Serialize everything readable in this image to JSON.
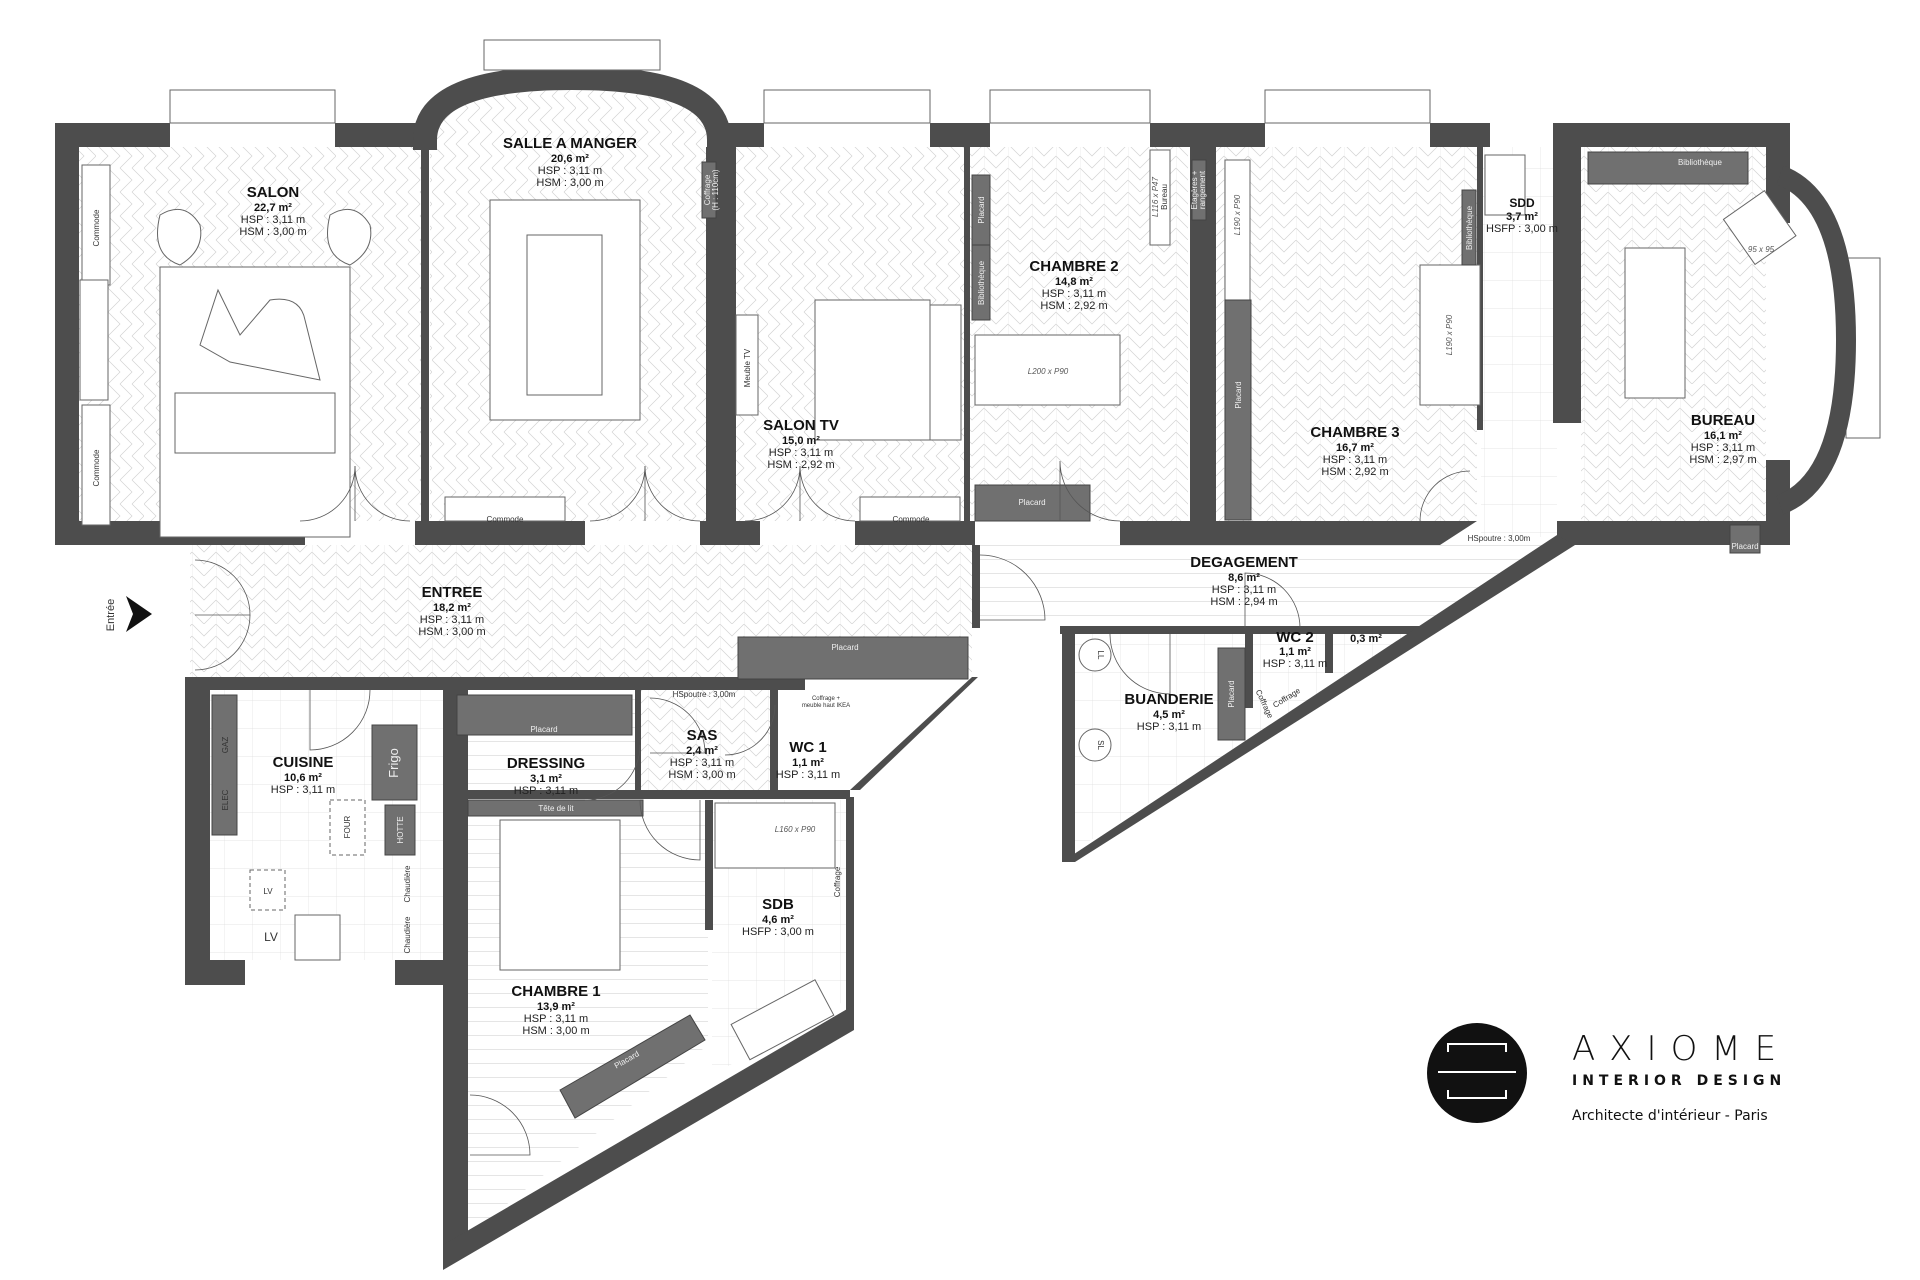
{
  "rooms": [
    {
      "name": "SALON",
      "area": "22,7 m²",
      "heights": [
        "HSP : 3,11 m",
        "HSM : 3,00 m"
      ]
    },
    {
      "name": "SALLE A MANGER",
      "area": "20,6 m²",
      "heights": [
        "HSP : 3,11 m",
        "HSM : 3,00 m"
      ]
    },
    {
      "name": "SALON TV",
      "area": "15,0 m²",
      "heights": [
        "HSP : 3,11 m",
        "HSM : 2,92 m"
      ]
    },
    {
      "name": "CHAMBRE 2",
      "area": "14,8 m²",
      "heights": [
        "HSP : 3,11 m",
        "HSM : 2,92 m"
      ]
    },
    {
      "name": "CHAMBRE 3",
      "area": "16,7 m²",
      "heights": [
        "HSP : 3,11 m",
        "HSM : 2,92 m"
      ]
    },
    {
      "name": "SDD",
      "area": "3,7 m²",
      "heights": [
        "HSFP : 3,00 m"
      ]
    },
    {
      "name": "BUREAU",
      "area": "16,1 m²",
      "heights": [
        "HSP : 3,11 m",
        "HSM : 2,97 m"
      ]
    },
    {
      "name": "ENTREE",
      "area": "18,2 m²",
      "heights": [
        "HSP : 3,11 m",
        "HSM : 3,00 m"
      ]
    },
    {
      "name": "DEGAGEMENT",
      "area": "8,6 m²",
      "heights": [
        "HSP : 3,11 m",
        "HSM : 2,94 m"
      ]
    },
    {
      "name": "CUISINE",
      "area": "10,6 m²",
      "heights": [
        "HSP : 3,11 m"
      ]
    },
    {
      "name": "DRESSING",
      "area": "3,1 m²",
      "heights": [
        "HSP : 3,11 m"
      ]
    },
    {
      "name": "SAS",
      "area": "2,4 m²",
      "heights": [
        "HSP : 3,11 m",
        "HSM : 3,00 m"
      ]
    },
    {
      "name": "WC 1",
      "area": "1,1 m²",
      "heights": [
        "HSP : 3,11 m"
      ]
    },
    {
      "name": "WC 2",
      "area": "1,1 m²",
      "heights": [
        "HSP : 3,11 m"
      ]
    },
    {
      "name": "",
      "area": "0,3 m²",
      "heights": []
    },
    {
      "name": "BUANDERIE",
      "area": "4,5 m²",
      "heights": [
        "HSP : 3,11 m"
      ]
    },
    {
      "name": "CHAMBRE 1",
      "area": "13,9 m²",
      "heights": [
        "HSP : 3,11 m",
        "HSM : 3,00 m"
      ]
    },
    {
      "name": "SDB",
      "area": "4,6 m²",
      "heights": [
        "HSFP : 3,00 m"
      ]
    }
  ],
  "fixtures": {
    "commode": "Commode",
    "coffrage_h": [
      "Coffrage",
      "(H : 110cm)"
    ],
    "meuble_tv": "Meuble TV",
    "placard": "Placard",
    "bibliotheque": "Bibliothèque",
    "desk_size": "L116 x P47",
    "bureau": "Bureau",
    "etageres": [
      "Etagères +",
      "rangement"
    ],
    "size_190": "L190 x P90",
    "size_200": "L200 x P90",
    "size_160": "L160 x P90",
    "size_95": "95 x 95",
    "hspoutre": "HSpoutre : 3,00m",
    "frigo": "Frigo",
    "four": "FOUR",
    "hotte": "HOTTE",
    "lv": "LV",
    "gaz": "GAZ",
    "elec": "ELEC",
    "chaudiere": "Chaudière",
    "tete_de_lit": "Tête de lit",
    "coffrage_ikea": [
      "Coffrage +",
      "meuble haut IKEA"
    ],
    "coffrage": "Coffrage",
    "ll": "LL",
    "sl": "SL"
  },
  "entrance": {
    "label": "Entrée",
    "icon": "arrow-right-icon"
  },
  "logo": {
    "brand": "AXIOME",
    "tagline": "INTERIOR DESIGN",
    "subtitle": "Architecte d'intérieur - Paris",
    "icon": "axiome-circle-logo"
  },
  "colors": {
    "wall": "#4d4d4d",
    "cabinet": "#707070",
    "floor_hatch": "#cfcfcf",
    "background": "#ffffff"
  }
}
